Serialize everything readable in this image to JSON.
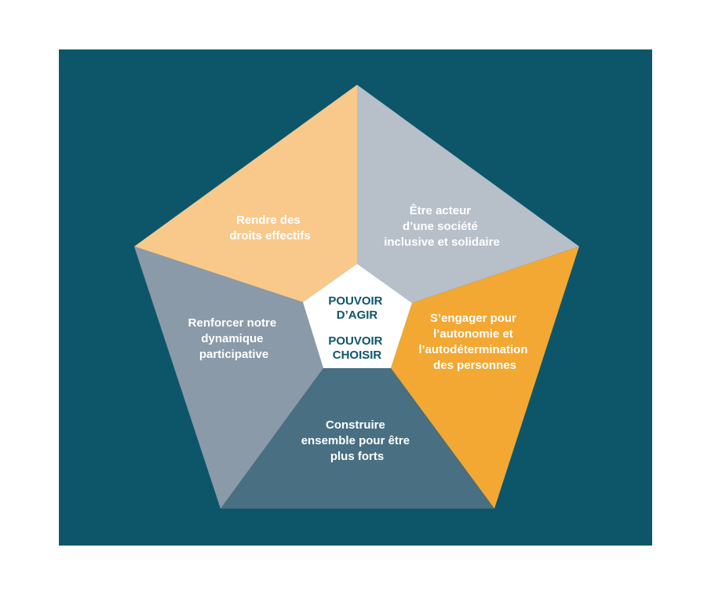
{
  "diagram": {
    "center": {
      "lines_top": [
        "POUVOIR",
        "D’AGIR"
      ],
      "lines_bottom": [
        "POUVOIR",
        "CHOISIR"
      ],
      "fill": "#ffffff",
      "text_color": "#0d566a"
    },
    "segments": [
      {
        "id": "top-left",
        "lines": [
          "Rendre des",
          "droits effectifs"
        ],
        "fill": "#f8c98b"
      },
      {
        "id": "top-right",
        "lines": [
          "Être acteur",
          "d’une société",
          "inclusive et solidaire"
        ],
        "fill": "#b7bfc9"
      },
      {
        "id": "right",
        "lines": [
          "S’engager pour",
          "l’autonomie et",
          "l’autodétermination",
          "des personnes"
        ],
        "fill": "#f2a833"
      },
      {
        "id": "bottom",
        "lines": [
          "Construire",
          "ensemble pour être",
          "plus forts"
        ],
        "fill": "#486f82"
      },
      {
        "id": "left",
        "lines": [
          "Renforcer notre",
          "dynamique",
          "participative"
        ],
        "fill": "#8b9aa8"
      }
    ],
    "background": "#0d566a"
  }
}
